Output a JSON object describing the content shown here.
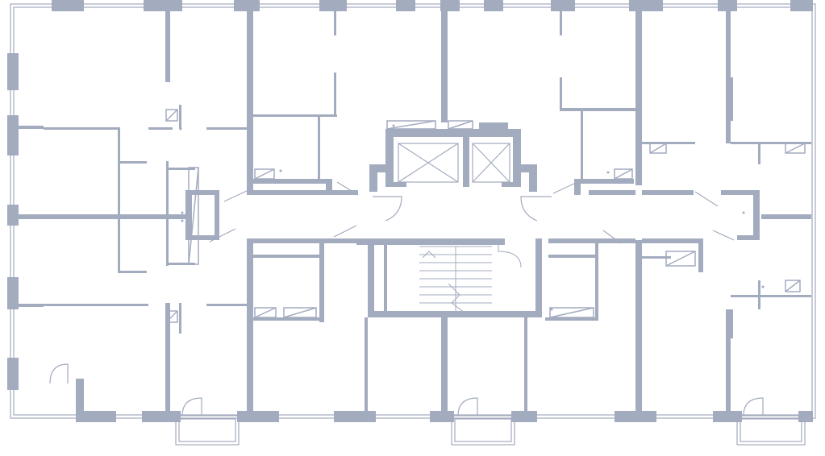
{
  "diagram": {
    "kind": "floor-plan",
    "colors": {
      "wall": "#a3abbf",
      "thin_line": "#a3abbf",
      "background": "#ffffff",
      "hatch": "#a3abbf"
    },
    "elements": {
      "apartments": 10,
      "elevators": 2,
      "stairwells": 1,
      "balconies": 3
    }
  }
}
